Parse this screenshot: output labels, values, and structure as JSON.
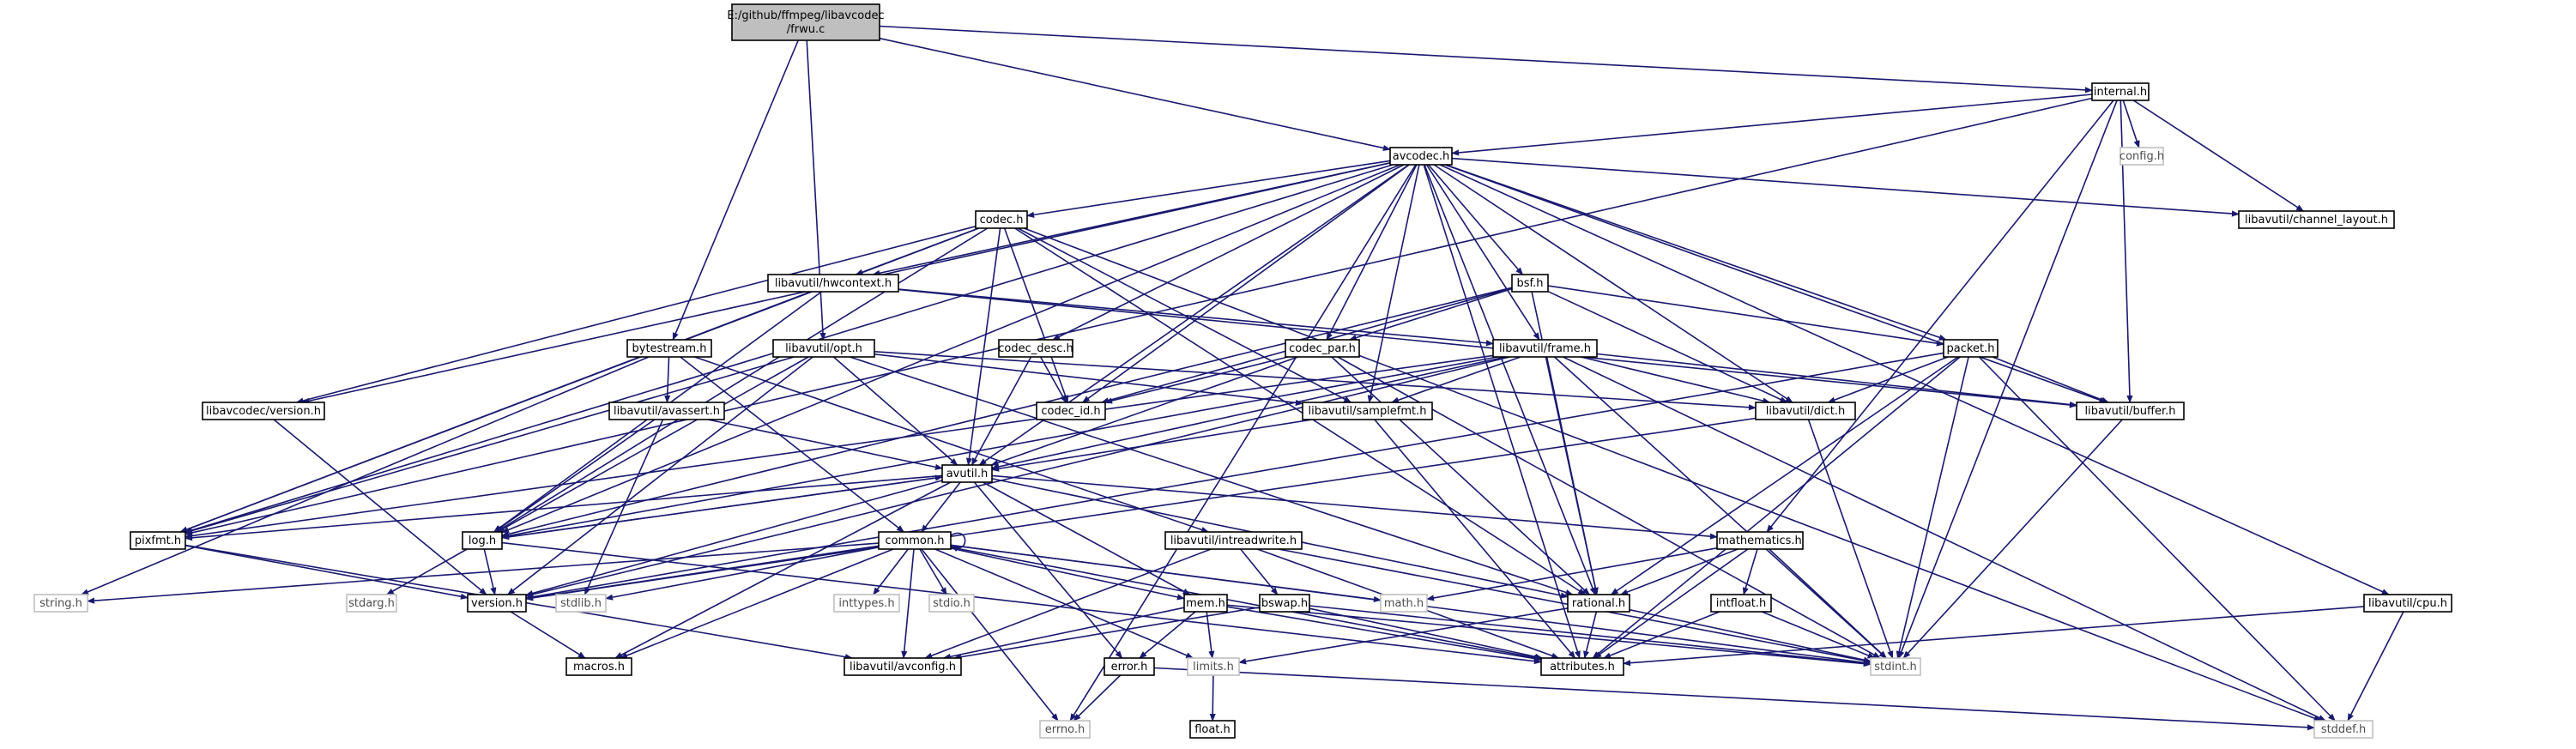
{
  "colors": {
    "edge": "#191970",
    "root_fill": "#bfbfbf",
    "node_border": "#000000",
    "leaf_border": "#bfbfbf"
  },
  "nodes": [
    {
      "id": "root",
      "lines": [
        "E:/github/ffmpeg/libavcodec",
        "/frwu.c"
      ],
      "kind": "root"
    },
    {
      "id": "internal",
      "lines": [
        "internal.h"
      ],
      "kind": "normal"
    },
    {
      "id": "avcodec",
      "lines": [
        "avcodec.h"
      ],
      "kind": "normal"
    },
    {
      "id": "config",
      "lines": [
        "config.h"
      ],
      "kind": "leaf"
    },
    {
      "id": "chlayout",
      "lines": [
        "libavutil/channel_layout.h"
      ],
      "kind": "normal"
    },
    {
      "id": "codec",
      "lines": [
        "codec.h"
      ],
      "kind": "normal"
    },
    {
      "id": "hwcontext",
      "lines": [
        "libavutil/hwcontext.h"
      ],
      "kind": "normal"
    },
    {
      "id": "bsf",
      "lines": [
        "bsf.h"
      ],
      "kind": "normal"
    },
    {
      "id": "bytestream",
      "lines": [
        "bytestream.h"
      ],
      "kind": "normal"
    },
    {
      "id": "opt",
      "lines": [
        "libavutil/opt.h"
      ],
      "kind": "normal"
    },
    {
      "id": "codecdesc",
      "lines": [
        "codec_desc.h"
      ],
      "kind": "normal"
    },
    {
      "id": "codecpar",
      "lines": [
        "codec_par.h"
      ],
      "kind": "normal"
    },
    {
      "id": "frame",
      "lines": [
        "libavutil/frame.h"
      ],
      "kind": "normal"
    },
    {
      "id": "packet",
      "lines": [
        "packet.h"
      ],
      "kind": "normal"
    },
    {
      "id": "avcversion",
      "lines": [
        "libavcodec/version.h"
      ],
      "kind": "normal"
    },
    {
      "id": "avassert",
      "lines": [
        "libavutil/avassert.h"
      ],
      "kind": "normal"
    },
    {
      "id": "codecid",
      "lines": [
        "codec_id.h"
      ],
      "kind": "normal"
    },
    {
      "id": "samplefmt",
      "lines": [
        "libavutil/samplefmt.h"
      ],
      "kind": "normal"
    },
    {
      "id": "dict",
      "lines": [
        "libavutil/dict.h"
      ],
      "kind": "normal"
    },
    {
      "id": "buffer",
      "lines": [
        "libavutil/buffer.h"
      ],
      "kind": "normal"
    },
    {
      "id": "avutil",
      "lines": [
        "avutil.h"
      ],
      "kind": "normal"
    },
    {
      "id": "pixfmt",
      "lines": [
        "pixfmt.h"
      ],
      "kind": "normal"
    },
    {
      "id": "log",
      "lines": [
        "log.h"
      ],
      "kind": "normal"
    },
    {
      "id": "common",
      "lines": [
        "common.h"
      ],
      "kind": "normal"
    },
    {
      "id": "intreadwrite",
      "lines": [
        "libavutil/intreadwrite.h"
      ],
      "kind": "normal"
    },
    {
      "id": "mathematics",
      "lines": [
        "mathematics.h"
      ],
      "kind": "normal"
    },
    {
      "id": "string",
      "lines": [
        "string.h"
      ],
      "kind": "leaf"
    },
    {
      "id": "stdarg",
      "lines": [
        "stdarg.h"
      ],
      "kind": "leaf"
    },
    {
      "id": "version",
      "lines": [
        "version.h"
      ],
      "kind": "normal"
    },
    {
      "id": "stdlib",
      "lines": [
        "stdlib.h"
      ],
      "kind": "leaf"
    },
    {
      "id": "inttypes",
      "lines": [
        "inttypes.h"
      ],
      "kind": "leaf"
    },
    {
      "id": "stdio",
      "lines": [
        "stdio.h"
      ],
      "kind": "leaf"
    },
    {
      "id": "math",
      "lines": [
        "math.h"
      ],
      "kind": "leaf"
    },
    {
      "id": "rational",
      "lines": [
        "rational.h"
      ],
      "kind": "normal"
    },
    {
      "id": "intfloat",
      "lines": [
        "intfloat.h"
      ],
      "kind": "normal"
    },
    {
      "id": "cpu",
      "lines": [
        "libavutil/cpu.h"
      ],
      "kind": "normal"
    },
    {
      "id": "mem",
      "lines": [
        "mem.h"
      ],
      "kind": "normal"
    },
    {
      "id": "bswap",
      "lines": [
        "bswap.h"
      ],
      "kind": "normal"
    },
    {
      "id": "macros",
      "lines": [
        "macros.h"
      ],
      "kind": "normal"
    },
    {
      "id": "avconfig",
      "lines": [
        "libavutil/avconfig.h"
      ],
      "kind": "normal"
    },
    {
      "id": "error",
      "lines": [
        "error.h"
      ],
      "kind": "normal"
    },
    {
      "id": "limits",
      "lines": [
        "limits.h"
      ],
      "kind": "leaf"
    },
    {
      "id": "attributes",
      "lines": [
        "attributes.h"
      ],
      "kind": "normal"
    },
    {
      "id": "stdint",
      "lines": [
        "stdint.h"
      ],
      "kind": "leaf"
    },
    {
      "id": "errno",
      "lines": [
        "errno.h"
      ],
      "kind": "leaf"
    },
    {
      "id": "float",
      "lines": [
        "float.h"
      ],
      "kind": "normal"
    },
    {
      "id": "stddef",
      "lines": [
        "stddef.h"
      ],
      "kind": "leaf"
    }
  ],
  "edges": [
    [
      "root",
      "internal"
    ],
    [
      "root",
      "avcodec"
    ],
    [
      "root",
      "bytestream"
    ],
    [
      "root",
      "opt"
    ],
    [
      "internal",
      "avcodec"
    ],
    [
      "internal",
      "config"
    ],
    [
      "internal",
      "chlayout"
    ],
    [
      "internal",
      "buffer"
    ],
    [
      "internal",
      "mathematics"
    ],
    [
      "internal",
      "pixfmt"
    ],
    [
      "internal",
      "stdint"
    ],
    [
      "avcodec",
      "codec"
    ],
    [
      "avcodec",
      "hwcontext"
    ],
    [
      "avcodec",
      "bsf"
    ],
    [
      "avcodec",
      "codecdesc"
    ],
    [
      "avcodec",
      "codecpar"
    ],
    [
      "avcodec",
      "frame"
    ],
    [
      "avcodec",
      "packet"
    ],
    [
      "avcodec",
      "chlayout"
    ],
    [
      "avcodec",
      "avcversion"
    ],
    [
      "avcodec",
      "samplefmt"
    ],
    [
      "avcodec",
      "dict"
    ],
    [
      "avcodec",
      "buffer"
    ],
    [
      "avcodec",
      "avutil"
    ],
    [
      "avcodec",
      "pixfmt"
    ],
    [
      "avcodec",
      "log"
    ],
    [
      "avcodec",
      "rational"
    ],
    [
      "avcodec",
      "attributes"
    ],
    [
      "avcodec",
      "errno"
    ],
    [
      "avcodec",
      "cpu"
    ],
    [
      "avcodec",
      "codecid"
    ],
    [
      "codec",
      "hwcontext"
    ],
    [
      "codec",
      "codecid"
    ],
    [
      "codec",
      "samplefmt"
    ],
    [
      "codec",
      "avcversion"
    ],
    [
      "codec",
      "pixfmt"
    ],
    [
      "codec",
      "avutil"
    ],
    [
      "codec",
      "log"
    ],
    [
      "codec",
      "rational"
    ],
    [
      "codec",
      "stddef"
    ],
    [
      "hwcontext",
      "frame"
    ],
    [
      "hwcontext",
      "buffer"
    ],
    [
      "hwcontext",
      "pixfmt"
    ],
    [
      "hwcontext",
      "log"
    ],
    [
      "bsf",
      "codecpar"
    ],
    [
      "bsf",
      "packet"
    ],
    [
      "bsf",
      "dict"
    ],
    [
      "bsf",
      "codecid"
    ],
    [
      "bsf",
      "log"
    ],
    [
      "bsf",
      "rational"
    ],
    [
      "bytestream",
      "string"
    ],
    [
      "bytestream",
      "avassert"
    ],
    [
      "bytestream",
      "common"
    ],
    [
      "bytestream",
      "intreadwrite"
    ],
    [
      "opt",
      "dict"
    ],
    [
      "opt",
      "samplefmt"
    ],
    [
      "opt",
      "avutil"
    ],
    [
      "opt",
      "log"
    ],
    [
      "opt",
      "pixfmt"
    ],
    [
      "opt",
      "rational"
    ],
    [
      "opt",
      "version"
    ],
    [
      "codecdesc",
      "codecid"
    ],
    [
      "codecdesc",
      "avutil"
    ],
    [
      "codecpar",
      "codecid"
    ],
    [
      "codecpar",
      "avutil"
    ],
    [
      "codecpar",
      "rational"
    ],
    [
      "codecpar",
      "stdint"
    ],
    [
      "frame",
      "buffer"
    ],
    [
      "frame",
      "dict"
    ],
    [
      "frame",
      "samplefmt"
    ],
    [
      "frame",
      "avutil"
    ],
    [
      "frame",
      "pixfmt"
    ],
    [
      "frame",
      "rational"
    ],
    [
      "frame",
      "version"
    ],
    [
      "frame",
      "log"
    ],
    [
      "frame",
      "stddef"
    ],
    [
      "frame",
      "stdint"
    ],
    [
      "packet",
      "buffer"
    ],
    [
      "packet",
      "dict"
    ],
    [
      "packet",
      "rational"
    ],
    [
      "packet",
      "attributes"
    ],
    [
      "packet",
      "version"
    ],
    [
      "packet",
      "stddef"
    ],
    [
      "packet",
      "stdint"
    ],
    [
      "avcversion",
      "version"
    ],
    [
      "avassert",
      "avutil"
    ],
    [
      "avassert",
      "log"
    ],
    [
      "avassert",
      "stdlib"
    ],
    [
      "samplefmt",
      "avutil"
    ],
    [
      "samplefmt",
      "attributes"
    ],
    [
      "dict",
      "stdint"
    ],
    [
      "dict",
      "version"
    ],
    [
      "buffer",
      "stdint"
    ],
    [
      "avutil",
      "pixfmt"
    ],
    [
      "avutil",
      "log"
    ],
    [
      "avutil",
      "common"
    ],
    [
      "avutil",
      "mathematics"
    ],
    [
      "avutil",
      "error"
    ],
    [
      "avutil",
      "version"
    ],
    [
      "avutil",
      "macros"
    ],
    [
      "avutil",
      "rational"
    ],
    [
      "avutil",
      "mem"
    ],
    [
      "pixfmt",
      "version"
    ],
    [
      "pixfmt",
      "avconfig"
    ],
    [
      "log",
      "stdarg"
    ],
    [
      "log",
      "version"
    ],
    [
      "log",
      "attributes"
    ],
    [
      "log",
      "avutil"
    ],
    [
      "common",
      "common"
    ],
    [
      "common",
      "string"
    ],
    [
      "common",
      "version"
    ],
    [
      "common",
      "stdlib"
    ],
    [
      "common",
      "inttypes"
    ],
    [
      "common",
      "stdio"
    ],
    [
      "common",
      "math"
    ],
    [
      "common",
      "limits"
    ],
    [
      "common",
      "errno"
    ],
    [
      "common",
      "macros"
    ],
    [
      "common",
      "avconfig"
    ],
    [
      "common",
      "attributes"
    ],
    [
      "common",
      "mem"
    ],
    [
      "common",
      "stdint"
    ],
    [
      "intreadwrite",
      "bswap"
    ],
    [
      "intreadwrite",
      "avconfig"
    ],
    [
      "intreadwrite",
      "attributes"
    ],
    [
      "intreadwrite",
      "stdint"
    ],
    [
      "mathematics",
      "math"
    ],
    [
      "mathematics",
      "rational"
    ],
    [
      "mathematics",
      "intfloat"
    ],
    [
      "mathematics",
      "attributes"
    ],
    [
      "mathematics",
      "stdint"
    ],
    [
      "rational",
      "limits"
    ],
    [
      "rational",
      "attributes"
    ],
    [
      "rational",
      "stdint"
    ],
    [
      "intfloat",
      "attributes"
    ],
    [
      "intfloat",
      "stdint"
    ],
    [
      "cpu",
      "stddef"
    ],
    [
      "cpu",
      "attributes"
    ],
    [
      "mem",
      "attributes"
    ],
    [
      "mem",
      "error"
    ],
    [
      "mem",
      "limits"
    ],
    [
      "mem",
      "avconfig"
    ],
    [
      "mem",
      "stdint"
    ],
    [
      "bswap",
      "attributes"
    ],
    [
      "bswap",
      "avconfig"
    ],
    [
      "bswap",
      "stdint"
    ],
    [
      "error",
      "errno"
    ],
    [
      "error",
      "stddef"
    ],
    [
      "limits",
      "float"
    ],
    [
      "version",
      "macros"
    ]
  ]
}
